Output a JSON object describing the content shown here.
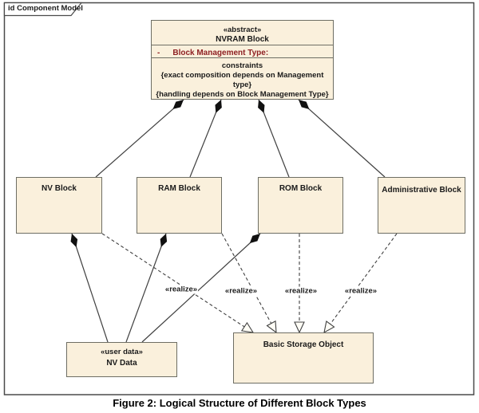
{
  "frame": {
    "label": "id Component Model"
  },
  "caption": "Figure 2: Logical Structure of Different Block Types",
  "colors": {
    "box_fill": "#faf0dc",
    "box_border": "#6e6e64",
    "attribute_text": "#8e2023",
    "line": "#404040"
  },
  "nodes": {
    "nvram_block": {
      "stereotype": "«abstract»",
      "name": "NVRAM Block",
      "attribute_visibility": "-",
      "attribute": "Block Management Type:",
      "constraints_title": "constraints",
      "constraints": [
        "{exact composition depends on Management type}",
        "{handling depends on Block Management Type}"
      ]
    },
    "nv_block": {
      "name": "NV Block"
    },
    "ram_block": {
      "name": "RAM Block"
    },
    "rom_block": {
      "name": "ROM Block"
    },
    "administrative_block": {
      "name": "Administrative Block"
    },
    "nv_data": {
      "stereotype": "«user data»",
      "name": "NV Data"
    },
    "basic_storage_object": {
      "name": "Basic Storage Object"
    }
  },
  "edges": {
    "realize_label": "«realize»"
  }
}
